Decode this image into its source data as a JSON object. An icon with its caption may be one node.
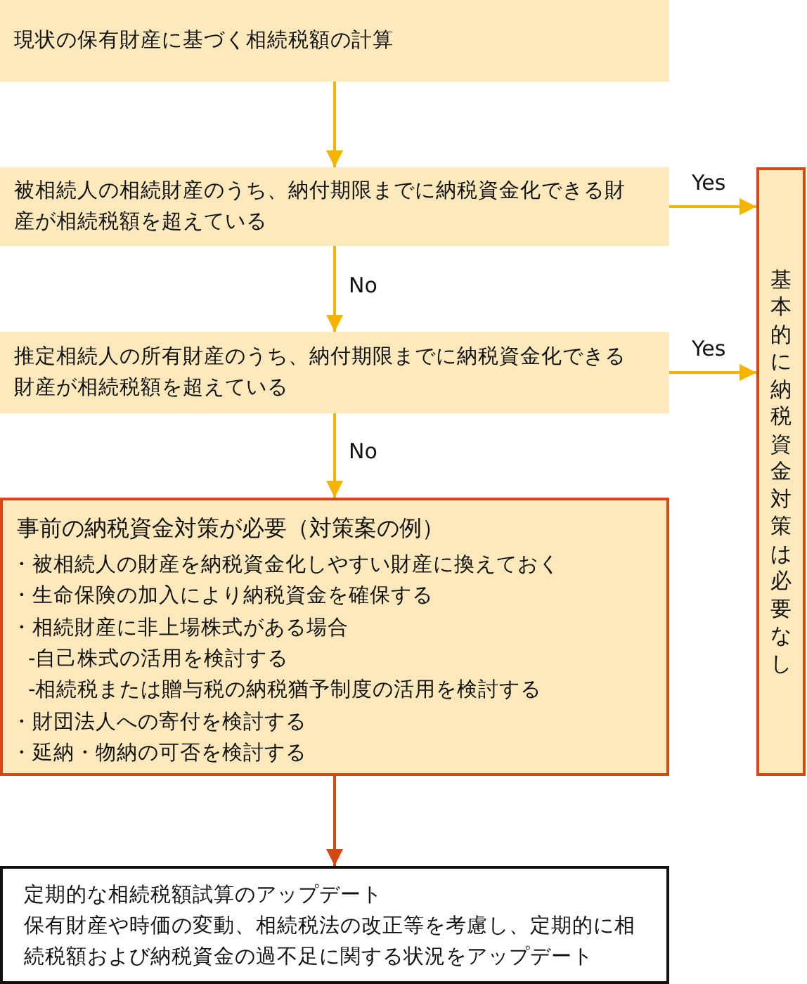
{
  "diagram": {
    "nodes": [
      {
        "text": [
          "現状の保有財産に基づく相続税額の計算"
        ]
      },
      {
        "text": [
          "被相続人の相続財産のうち、納付期限までに納税資金化できる財産が相続税額を超えている"
        ]
      },
      {
        "text": [
          "推定相続人の所有財産のうち、納付期限までに納税資金化できる財産が相続税額を超えている"
        ]
      },
      {
        "text": [
          "事前の納税資金対策が必要（対策案の例）",
          "・被相続人の財産を納税資金化しやすい財産に換えておく",
          "・生命保険の加入により納税資金を確保する",
          "・相続財産に非上場株式がある場合",
          "-自己株式の活用を検討する",
          "-相続税または贈与税の納税猶予制度の活用を検討する",
          "・財団法人への寄付を検討する",
          "・延納・物納の可否を検討する"
        ]
      },
      {
        "text": [
          "定期的な相続税額試算のアップデート",
          "保有財産や時価の変動、相続税法の改正等を考慮し、定期的に相続税額および納税資金の過不足に関する状況をアップデート"
        ]
      },
      {
        "text": [
          "基本的に納税資金対策は必要なし"
        ]
      }
    ],
    "edges": [
      {
        "from": 0,
        "to": 1,
        "arrow": "to"
      },
      {
        "from": 1,
        "to": 2,
        "arrow": "to",
        "label": "No"
      },
      {
        "from": 2,
        "to": 3,
        "arrow": "to",
        "label": "No"
      },
      {
        "from": 1,
        "to": 5,
        "arrow": "to",
        "label": "Yes"
      },
      {
        "from": 2,
        "to": 5,
        "arrow": "to",
        "label": "Yes"
      },
      {
        "from": 3,
        "to": 4,
        "arrow": "to",
        "color": "#d24a12"
      }
    ]
  }
}
